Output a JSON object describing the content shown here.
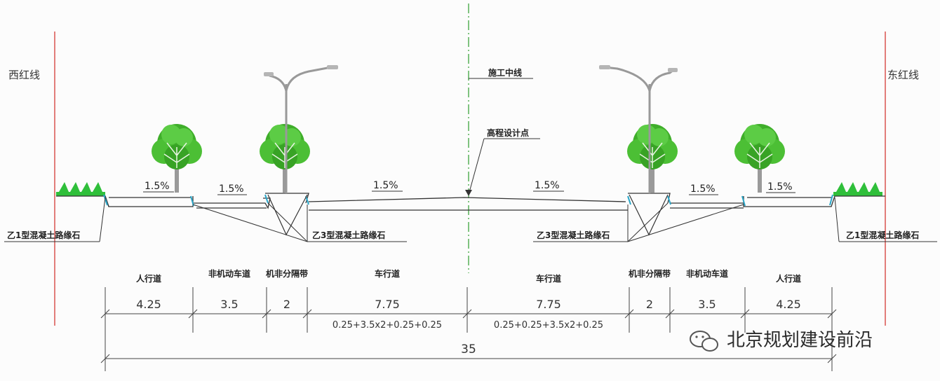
{
  "labels": {
    "west_red_line": "西红线",
    "east_red_line": "东红线",
    "road_centerline": "施工中线",
    "design_elevation": "高程设计点",
    "curb_b1_left": "乙1型混凝土路缘石",
    "curb_b1_right": "乙1型混凝土路缘石",
    "curb_b3_left": "乙3型混凝土路缘石",
    "curb_b3_right": "乙3型混凝土路缘石"
  },
  "slopes": [
    "1.5%",
    "1.5%",
    "1.5%",
    "1.5%",
    "1.5%",
    "1.5%"
  ],
  "sections": [
    {
      "name": "人行道",
      "width": "4.25"
    },
    {
      "name": "非机动车道",
      "width": "3.5"
    },
    {
      "name": "机非分隔带",
      "width": "2"
    },
    {
      "name": "车行道",
      "width": "7.75",
      "detail": "0.25+3.5x2+0.25+0.25"
    },
    {
      "name": "车行道",
      "width": "7.75",
      "detail": "0.25+0.25+3.5x2+0.25"
    },
    {
      "name": "机非分隔带",
      "width": "2"
    },
    {
      "name": "非机动车道",
      "width": "3.5"
    },
    {
      "name": "人行道",
      "width": "4.25"
    }
  ],
  "total_width": "35",
  "watermark": "北京规划建设前沿",
  "colors": {
    "red_line": "#d9534f",
    "centerline": "#2e9e2e",
    "tree_green": "#3fae2a",
    "tree_trunk": "#9a9a9a",
    "grass": "#2fbf3a",
    "curb": "#2aa6c8",
    "line": "#333333"
  },
  "icons": [
    "tree-icon",
    "street-lamp-icon",
    "grass-icon",
    "wechat-icon"
  ]
}
